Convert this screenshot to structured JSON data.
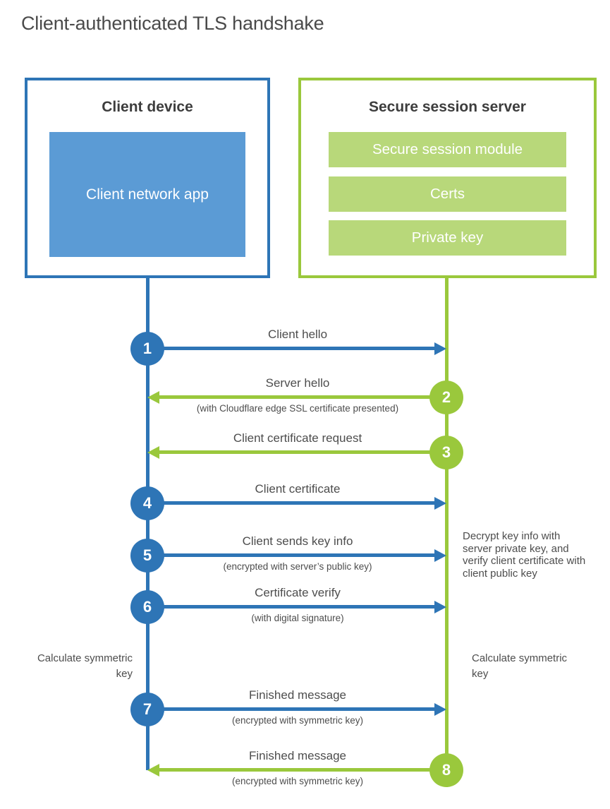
{
  "title": "Client-authenticated TLS handshake",
  "colors": {
    "blue": "#2E75B6",
    "blue_light": "#5B9BD5",
    "green": "#9AC83C",
    "green_light": "#B8D87A"
  },
  "client_box": {
    "title": "Client device",
    "app_label": "Client network app"
  },
  "server_box": {
    "title": "Secure session server",
    "modules": [
      "Secure session module",
      "Certs",
      "Private key"
    ]
  },
  "steps": [
    {
      "num": "1",
      "label": "Client hello",
      "sub": "",
      "direction": "client-to-server",
      "color": "blue"
    },
    {
      "num": "2",
      "label": "Server hello",
      "sub": "(with Cloudflare edge SSL certificate presented)",
      "direction": "server-to-client",
      "color": "green"
    },
    {
      "num": "3",
      "label": "Client certificate request",
      "sub": "",
      "direction": "server-to-client",
      "color": "green"
    },
    {
      "num": "4",
      "label": "Client certificate",
      "sub": "",
      "direction": "client-to-server",
      "color": "blue"
    },
    {
      "num": "5",
      "label": "Client sends key info",
      "sub": "(encrypted with server’s public key)",
      "direction": "client-to-server",
      "color": "blue"
    },
    {
      "num": "6",
      "label": "Certificate verify",
      "sub": "(with digital signature)",
      "direction": "client-to-server",
      "color": "blue"
    },
    {
      "num": "7",
      "label": "Finished message",
      "sub": "(encrypted with symmetric key)",
      "direction": "client-to-server",
      "color": "blue"
    },
    {
      "num": "8",
      "label": "Finished message",
      "sub": "(encrypted with symmetric key)",
      "direction": "server-to-client",
      "color": "green"
    }
  ],
  "annotations": {
    "server_note": "Decrypt key info with server private key, and verify client certificate with client public key",
    "calc_left": "Calculate symmetric key",
    "calc_right": "Calculate symmetric key"
  }
}
